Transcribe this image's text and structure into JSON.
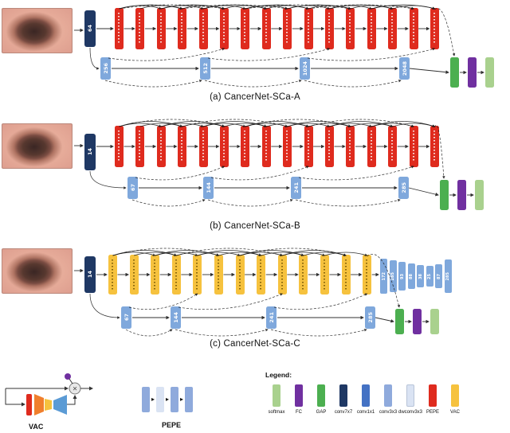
{
  "colors": {
    "softmax": "#a9d18e",
    "FC": "#7030a0",
    "GAP": "#4caf50",
    "conv7x7": "#1f3864",
    "conv1x1": "#4472c4",
    "conv3x3": "#8faadc",
    "dwconv3x3": "#dae3f3",
    "PEPE": "#df2b1e",
    "VAC": "#f6c23e",
    "stage_bar": "#7fa8dc",
    "input_bar": "#1f3864",
    "arrow": "#1a1a1a"
  },
  "architectures": [
    {
      "id": "a",
      "caption": "(a) CancerNet-SCa-A",
      "input_label": "64",
      "block_type": "PEPE",
      "num_blocks": 16,
      "stage_labels": [
        "256",
        "512",
        "1024",
        "2048"
      ],
      "tail_labels": [],
      "head": [
        "GAP",
        "FC",
        "softmax"
      ]
    },
    {
      "id": "b",
      "caption": "(b) CancerNet-SCa-B",
      "input_label": "14",
      "block_type": "PEPE",
      "num_blocks": 16,
      "stage_labels": [
        "67",
        "144",
        "241",
        "285"
      ],
      "tail_labels": [],
      "head": [
        "GAP",
        "FC",
        "softmax"
      ]
    },
    {
      "id": "c",
      "caption": "(c) CancerNet-SCa-C",
      "input_label": "14",
      "block_type": "VAC",
      "num_blocks": 13,
      "stage_labels": [
        "67",
        "144",
        "241",
        "285"
      ],
      "tail_labels": [
        "172",
        "285",
        "93",
        "88",
        "38",
        "25",
        "87",
        "285"
      ],
      "head": [
        "GAP",
        "FC",
        "softmax"
      ]
    }
  ],
  "modules": {
    "vac_label": "VAC",
    "pepe_label": "PEPE",
    "pepe_bar_colors": [
      "#8faadc",
      "#dae3f3",
      "#8faadc",
      "#8faadc"
    ]
  },
  "legend": {
    "title": "Legend:",
    "items": [
      "softmax",
      "FC",
      "GAP",
      "conv7x7",
      "conv1x1",
      "conv3x3",
      "dwconv3x3",
      "PEPE",
      "VAC"
    ]
  }
}
